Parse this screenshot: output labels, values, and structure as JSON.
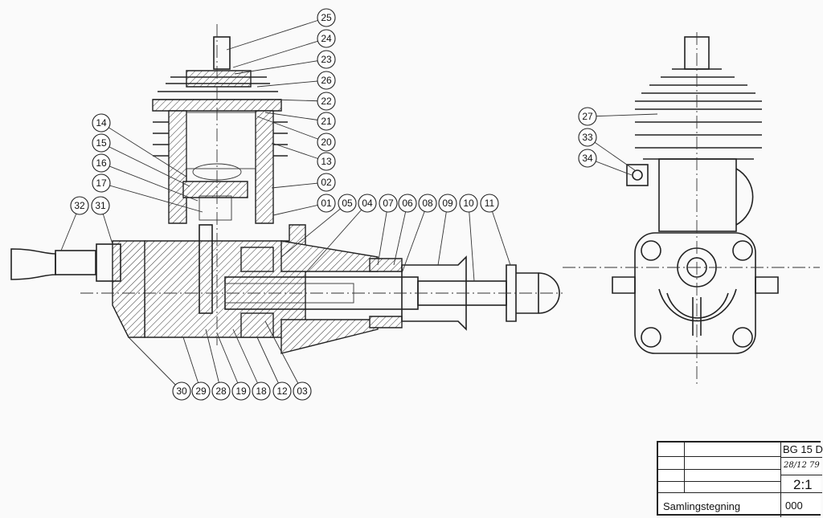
{
  "drawing": {
    "callouts_section": [
      "25",
      "24",
      "23",
      "26",
      "22",
      "21",
      "20",
      "13",
      "02",
      "01",
      "05",
      "04",
      "07",
      "06",
      "08",
      "09",
      "10",
      "11",
      "14",
      "15",
      "16",
      "17",
      "32",
      "31",
      "30",
      "29",
      "28",
      "19",
      "18",
      "12",
      "03"
    ],
    "callouts_side": [
      "27",
      "33",
      "34"
    ]
  },
  "title_block": {
    "drawing_number": "BG 15 D",
    "signature_date": "28/12 79",
    "scale": "2:1",
    "title": "Samlingstegning",
    "sheet": "000"
  }
}
